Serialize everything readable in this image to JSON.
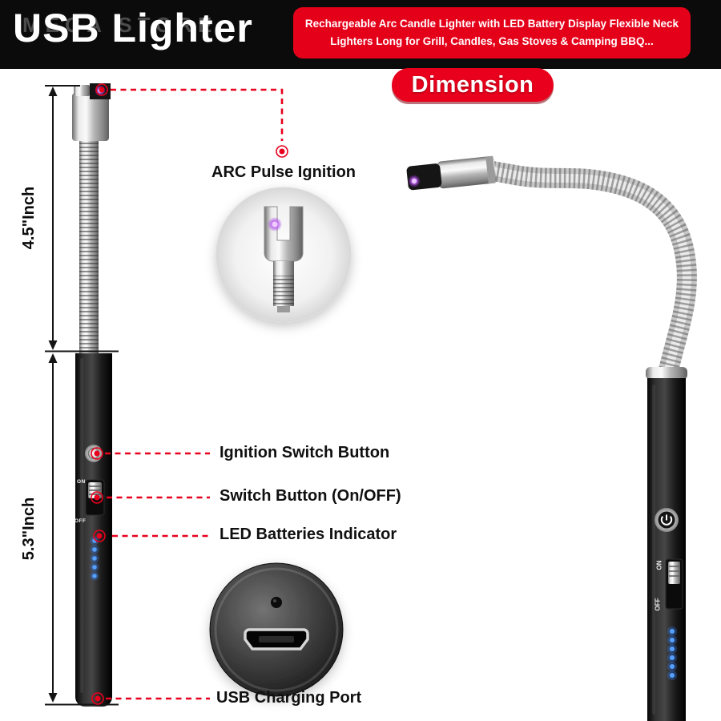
{
  "header": {
    "title": "USB Lighter",
    "badge_line1": "Rechargeable Arc Candle Lighter with LED Battery Display Flexible Neck",
    "badge_line2": "Lighters Long for Grill, Candles, Gas Stoves & Camping BBQ..."
  },
  "watermark": "MEGA STORE",
  "section": {
    "dimension_label": "Dimension"
  },
  "measurements": {
    "neck_length": "4.5\"Inch",
    "handle_length": "5.3\"Inch"
  },
  "annotations": {
    "arc": "ARC Pulse Ignition",
    "ignition": "Ignition Switch Button",
    "switch": "Switch Button (On/OFF)",
    "led": "LED Batteries Indicator",
    "usb": "USB Charging Port"
  },
  "switch_labels": {
    "on": "ON",
    "off": "OFF"
  },
  "colors": {
    "accent_red": "#e8001c",
    "badge_red": "#e50019",
    "led_blue": "#2f7dff",
    "arc_purple": "#c36bf5"
  }
}
